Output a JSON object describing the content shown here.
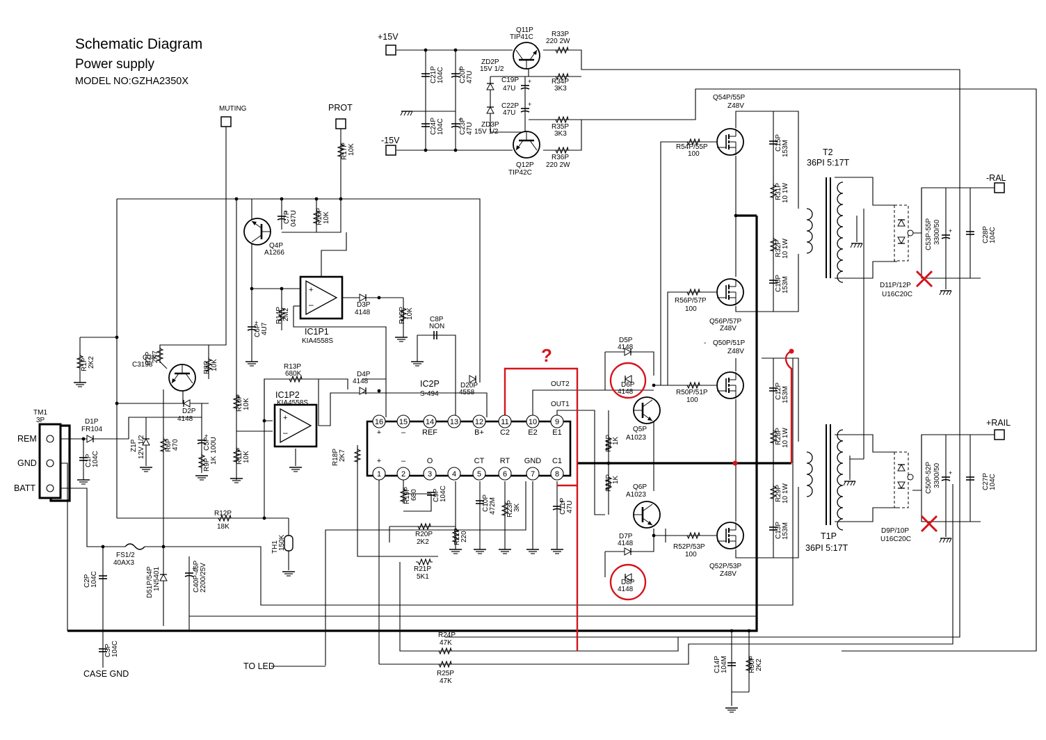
{
  "header": {
    "title": "Schematic Diagram",
    "subtitle": "Power supply",
    "model": "MODEL NO:GZHA2350X"
  },
  "ports": {
    "p15v": "+15V",
    "m15v": "-15V",
    "muting": "MUTING",
    "prot": "PROT",
    "ral_neg": "-RAL",
    "ral_pos": "+RAIL",
    "to_led": "TO LED",
    "case_gnd": "CASE GND"
  },
  "terminal": {
    "name": "TM1",
    "pins": "3P",
    "rem": "REM",
    "gnd": "GND",
    "batt": "BATT"
  },
  "ic1p1": {
    "name": "IC1P1",
    "part": "KIA4558S"
  },
  "ic1p2": {
    "name": "IC1P2",
    "part": "KIA4558S"
  },
  "ic2p": {
    "name": "IC2P",
    "part": "S-494",
    "top_pins": [
      "16",
      "15",
      "14",
      "13",
      "12",
      "11",
      "10",
      "9"
    ],
    "top_labels": [
      "+",
      "–",
      "REF",
      "",
      "B+",
      "C2",
      "E2",
      "E1"
    ],
    "bottom_pins": [
      "1",
      "2",
      "3",
      "4",
      "5",
      "6",
      "7",
      "8"
    ],
    "bottom_labels": [
      "+",
      "–",
      "O",
      "",
      "CT",
      "RT",
      "GND",
      "C1"
    ],
    "out1": "OUT1",
    "out2": "OUT2"
  },
  "annotation": {
    "question": "?"
  },
  "transformers": {
    "t2": {
      "name": "T2",
      "spec": "36PI 5:17T"
    },
    "t1": {
      "name": "T1P",
      "spec": "36PI 5:17T"
    }
  },
  "components": {
    "q11": "Q11P",
    "q11v": "TIP41C",
    "q12": "Q12P",
    "q12v": "TIP42C",
    "r33": "R33P",
    "r33v": "220 2W",
    "r34": "R34P",
    "r34v": "3K3",
    "r35": "R35P",
    "r35v": "3K3",
    "r36": "R36P",
    "r36v": "220 2W",
    "zd2": "ZD2P",
    "zd2v": "15V 1/2",
    "zd3": "ZD3P",
    "zd3v": "15V 1/2",
    "c19": "C19P",
    "c19v": "47U",
    "c22": "C22P",
    "c22v": "47U",
    "c21": "C21P",
    "c21v": "104C",
    "c20": "C20P",
    "c20v": "47U",
    "c24": "C24P",
    "c24v": "104C",
    "c23": "C23P",
    "c23v": "47U",
    "r17": "R17P",
    "r17v": "10K",
    "q4": "Q4P",
    "q4v": "A1266",
    "c7": "C7P",
    "c7v": "047U",
    "r16": "R16P",
    "r16v": "10K",
    "c6": "C6P",
    "c6v": "4U7",
    "r14": "R14P",
    "r14v": "2M2",
    "d3": "D3P",
    "d3v": "4148",
    "r15": "R15P",
    "r15v": "10K",
    "c8": "C8P",
    "c8v": "NON",
    "r1": "R1P",
    "r1v": "2K2",
    "r7": "R7P",
    "r7v": "2K7",
    "q3": "Q3P",
    "q3v": "C3198",
    "r8": "R8P",
    "r8v": "10K",
    "r13": "R13P",
    "r13v": "680K",
    "d4": "D4P",
    "d4v": "4148",
    "d20": "D20P",
    "d20v": "4558",
    "d2": "D2P",
    "d2v": "4148",
    "d1": "D1P",
    "d1v": "FR104",
    "z1": "Z1P",
    "z1v": "12V 1/2",
    "r6": "R6P",
    "r6v": "470",
    "c5": "C5P",
    "c5v": "100U",
    "r9": "R9P",
    "r9v": "1K",
    "r10": "R10P",
    "r10v": "10K",
    "r11": "R11P",
    "r11v": "10K",
    "c1": "C1P",
    "c1v": "104C",
    "r18": "R18P",
    "r18v": "2K7",
    "r19": "R19P",
    "r19v": "680",
    "c9": "C9P",
    "c9v": "104C",
    "c10": "C10P",
    "c10v": "472M",
    "r23": "R23P",
    "r23v": "3K",
    "c11": "C11P",
    "c11v": "47U",
    "r20": "R20P",
    "r20v": "2K2",
    "r22": "R22P",
    "r22v": "220",
    "r21": "R21P",
    "r21v": "5K1",
    "r12": "R12P",
    "r12v": "18K",
    "th1": "TH1",
    "th1v": "150K",
    "fs1": "FS1/2",
    "fs1v": "40AX3",
    "d51": "D51P/54P",
    "d51v": "1N5401",
    "c40": "C40P-46P",
    "c40v": "2200/25V",
    "c2": "C2P",
    "c2v": "104C",
    "c3": "C3P",
    "c3v": "104C",
    "r24": "R24P",
    "r24v": "47K",
    "r25": "R25P",
    "r25v": "47K",
    "c14": "C14P",
    "c14v": "104M",
    "r30": "R30P",
    "r30v": "2K2",
    "d5": "D5P",
    "d5v": "4148",
    "d6": "D6P",
    "d6v": "4148",
    "d7": "D7P",
    "d7v": "4148",
    "d8": "D8P",
    "d8v": "4148",
    "q5": "Q5P",
    "q5v": "A1023",
    "q6": "Q6P",
    "q6v": "A1023",
    "r26": "R26P",
    "r26v": "1K",
    "r27": "R27P",
    "r27v": "1K",
    "q54": "Q54P/55P",
    "q54v": "Z48V",
    "r54": "R54P/55P",
    "r54v": "100",
    "q56": "Q56P/57P",
    "q56v": "Z48V",
    "r56": "R56P/57P",
    "r56v": "100",
    "q50": "Q50P/51P",
    "q50v": "Z48V",
    "r50": "R50P/51P",
    "r50v": "100",
    "q52": "Q52P/53P",
    "q52v": "Z48V",
    "r52": "R52P/53P",
    "r52v": "100",
    "c15": "C15P",
    "c15v": "153M",
    "c16": "C16P",
    "c16v": "153M",
    "c12": "C12P",
    "c12v": "153M",
    "c13": "C13P",
    "c13v": "153M",
    "r31": "R31P",
    "r31v": "10 1W",
    "r32": "R32P",
    "r32v": "10 1W",
    "r28": "R28P",
    "r28v": "10 1W",
    "r29": "R29P",
    "r29v": "10 1W",
    "c53": "C53P-55P",
    "c53v": "3300/50",
    "c50": "C50P-52P",
    "c50v": "3300/50",
    "c28": "C28P",
    "c28v": "104C",
    "c27": "C27P",
    "c27v": "104C",
    "d11": "D11P/12P",
    "d11v": "U16C20C",
    "d9": "D9P/10P",
    "d9v": "U16C20C"
  },
  "accent_colors": {
    "ink": "#000000",
    "annotation": "#d4141c"
  }
}
